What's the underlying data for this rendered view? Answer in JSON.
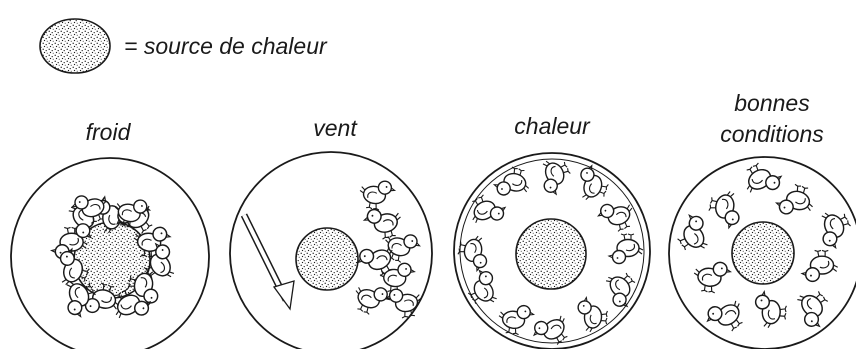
{
  "legend": {
    "icon": "stippled-circle-icon",
    "text": "= source de chaleur"
  },
  "panels": [
    {
      "key": "froid",
      "lines": [
        "froid"
      ]
    },
    {
      "key": "vent",
      "lines": [
        "vent"
      ]
    },
    {
      "key": "chaleur",
      "lines": [
        "chaleur"
      ]
    },
    {
      "key": "bonnes-conditions",
      "lines": [
        "bonnes",
        "conditions"
      ]
    }
  ],
  "colors": {
    "ink": "#1a1a1a",
    "paper": "#ffffff"
  }
}
